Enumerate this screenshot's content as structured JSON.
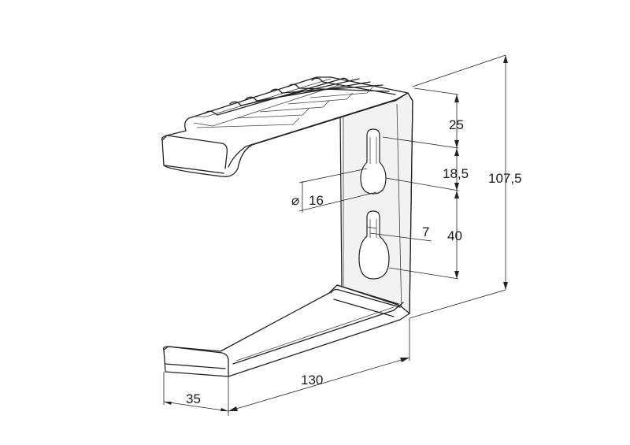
{
  "drawing": {
    "dimensions": {
      "total_height": "107,5",
      "top_segment": "25",
      "slot_pitch": "18,5",
      "lower_pitch": "40",
      "hole_diameter": "16",
      "slot_width": "7",
      "depth": "130",
      "lip": "35"
    },
    "symbols": {
      "diameter": "⌀"
    }
  }
}
